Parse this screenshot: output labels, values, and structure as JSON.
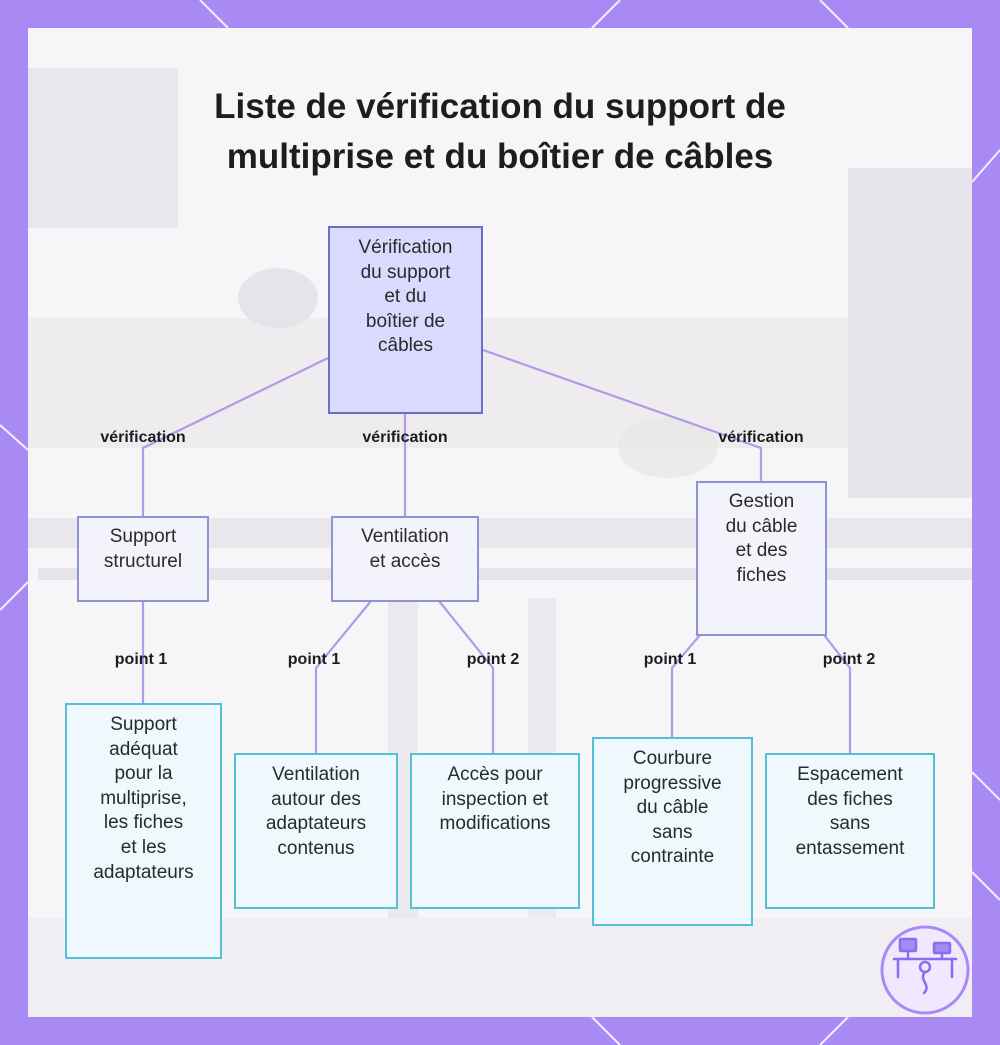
{
  "title": "Liste de vérification du support de\nmultiprise et du boîtier de câbles",
  "colors": {
    "frame": "#a98af5",
    "root_fill": "#d9dafd",
    "root_border": "#6a6ec9",
    "branch_border": "#8d93d4",
    "leaf_border": "#55bfd6",
    "connector": "#b39ae6"
  },
  "root": {
    "label": "Vérification\ndu support\net du\nboîtier de\ncâbles"
  },
  "edge_labels": {
    "left": "vérification",
    "center": "vérification",
    "right": "vérification",
    "support_p1": "point 1",
    "ventilation_p1": "point 1",
    "ventilation_p2": "point 2",
    "gestion_p1": "point 1",
    "gestion_p2": "point 2"
  },
  "branches": {
    "support": {
      "label": "Support\nstructurel"
    },
    "ventilation": {
      "label": "Ventilation\net accès"
    },
    "gestion": {
      "label": "Gestion\ndu câble\net des\nfiches"
    }
  },
  "leaves": {
    "support_adequat": {
      "label": "Support\nadéquat\npour la\nmultiprise,\nles fiches\net les\nadaptateurs"
    },
    "ventilation_adaptateurs": {
      "label": "Ventilation\nautour des\nadaptateurs\ncontenus"
    },
    "acces_inspection": {
      "label": "Accès pour\ninspection et\nmodifications"
    },
    "courbure": {
      "label": "Courbure\nprogressive\ndu câble\nsans\ncontrainte"
    },
    "espacement": {
      "label": "Espacement\ndes fiches\nsans\nentassement"
    }
  },
  "icons": {
    "logo": "desk-network-icon"
  }
}
